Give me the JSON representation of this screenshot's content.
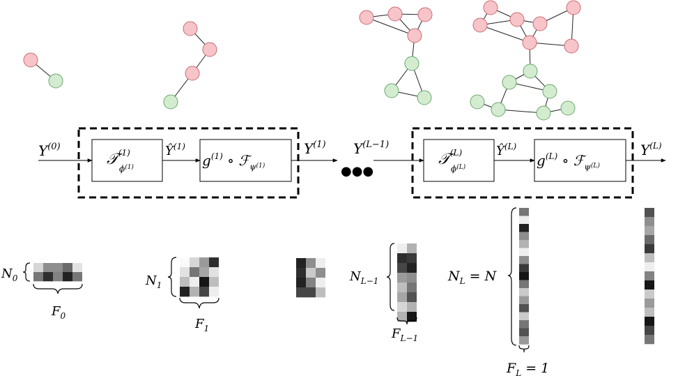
{
  "colors": {
    "red_node_fill": "#f7c5c9",
    "red_node_stroke": "#c96a72",
    "green_node_fill": "#d3ecd0",
    "green_node_stroke": "#6aa86b",
    "edge": "#222222",
    "block_border": "#000000"
  },
  "signals": {
    "y0": "Y",
    "y0_sup": "(0)",
    "y1": "Y",
    "y1_sup": "(1)",
    "yLm1": "Y",
    "yLm1_sup": "(L−1)",
    "yL": "Y",
    "yL_sup": "(L)",
    "yhat1": "Ŷ",
    "yhat1_sup": "(1)",
    "yhatL": "Ŷ",
    "yhatL_sup": "(L)"
  },
  "blocks": {
    "t1": {
      "main": "𝒯",
      "sup": "(1)",
      "sub": "ϕ",
      "subsup": "(1)"
    },
    "g1": {
      "g": "g",
      "sup": "(1)",
      "circ": " ∘ ",
      "f": "ℱ",
      "sub": "ψ",
      "subsup": "(1)"
    },
    "tL": {
      "main": "𝒯",
      "sup": "(L)",
      "sub": "ϕ",
      "subsup": "(L)"
    },
    "gL": {
      "g": "g",
      "sup": "(L)",
      "circ": " ∘ ",
      "f": "ℱ",
      "sub": "ψ",
      "subsup": "(L)"
    }
  },
  "ellipsis": "●●●",
  "dims": {
    "n0": "N",
    "n0_sub": "0",
    "f0": "F",
    "f0_sub": "0",
    "n1": "N",
    "n1_sub": "1",
    "f1": "F",
    "f1_sub": "1",
    "nLm1": "N",
    "nLm1_sub": "L−1",
    "fLm1": "F",
    "fLm1_sub": "L−1",
    "nL": "N",
    "nL_sub": "L",
    "nL_rest": " = N",
    "fL": "F",
    "fL_sub": "L",
    "fL_rest": " = 1"
  },
  "matrices": {
    "m0": [
      [
        0.85,
        0.55,
        0.55,
        0.4,
        0.9
      ],
      [
        0.45,
        0.15,
        0.5,
        0.1,
        0.45
      ]
    ],
    "m1": [
      [
        1.0,
        0.85,
        0.6,
        0.15
      ],
      [
        0.9,
        0.45,
        0.65,
        0.9
      ],
      [
        0.75,
        0.95,
        0.05,
        0.75
      ],
      [
        0.1,
        0.7,
        0.25,
        0.95
      ]
    ],
    "m2": [
      [
        0.1,
        0.55,
        0.95
      ],
      [
        0.15,
        0.8,
        0.55
      ],
      [
        0.1,
        0.5,
        0.95
      ],
      [
        0.25,
        0.25,
        0.75
      ]
    ],
    "m3": [
      [
        0.95,
        0.7
      ],
      [
        0.15,
        0.2
      ],
      [
        0.25,
        0.1
      ],
      [
        0.6,
        0.55
      ],
      [
        0.75,
        0.45
      ],
      [
        0.65,
        0.3
      ],
      [
        0.85,
        0.7
      ],
      [
        0.7,
        0.05
      ]
    ],
    "m4": [
      [
        0.45
      ],
      [
        0.95
      ],
      [
        0.1
      ],
      [
        0.55
      ],
      [
        0.7
      ],
      [
        0.95
      ],
      [
        0.55
      ],
      [
        0.2
      ],
      [
        0.05
      ],
      [
        0.45
      ],
      [
        0.8
      ],
      [
        0.6
      ],
      [
        0.3
      ],
      [
        0.8
      ],
      [
        0.45
      ],
      [
        0.3
      ],
      [
        0.6
      ]
    ],
    "m5": [
      [
        0.3
      ],
      [
        0.55
      ],
      [
        0.65
      ],
      [
        0.4
      ],
      [
        0.2
      ],
      [
        0.75
      ],
      [
        0.95
      ],
      [
        0.5
      ],
      [
        0.05
      ],
      [
        0.8
      ],
      [
        0.6
      ],
      [
        0.75
      ],
      [
        0.05
      ],
      [
        0.25
      ],
      [
        0.45
      ]
    ]
  }
}
